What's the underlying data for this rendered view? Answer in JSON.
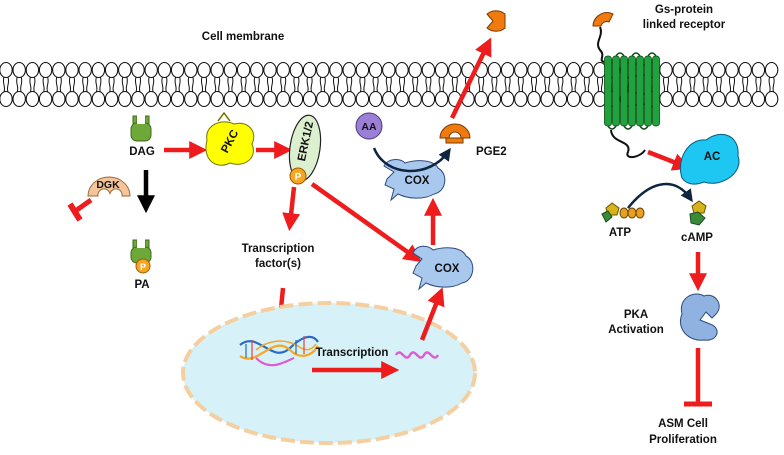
{
  "labels": {
    "cell_membrane": "Cell membrane",
    "gs_receptor_line1": "Gs-protein",
    "gs_receptor_line2": "linked receptor",
    "dag": "DAG",
    "dgk": "DGK",
    "pa": "PA",
    "pkc": "PKC",
    "erk": "ERK1/2",
    "phospho": "P",
    "aa": "AA",
    "cox": "COX",
    "pge2": "PGE2",
    "transcription_factors_line1": "Transcription",
    "transcription_factors_line2": "factor(s)",
    "transcription": "Transcription",
    "ac": "AC",
    "atp": "ATP",
    "camp": "cAMP",
    "pka_line1": "PKA",
    "pka_line2": "Activation",
    "asm_line1": "ASM Cell",
    "asm_line2": "Proliferation"
  },
  "colors": {
    "arrow": "#ee1c1c",
    "black_arrow": "#000000",
    "membrane_fill": "#ffffff",
    "membrane_stroke": "#111111",
    "dag_green": "#6fa83a",
    "dgk_tan": "#f4c49b",
    "pkc_yellow": "#ffff00",
    "erk_green": "#dcf0d0",
    "phospho_orange": "#f5a623",
    "aa_purple": "#9b7fd6",
    "cox_blue": "#a9c8ee",
    "pge2_orange": "#f07a0e",
    "receptor_green": "#20a33c",
    "ac_cyan": "#1ec7f2",
    "pka_blue": "#8fb2e0",
    "nucleus_fill": "#d6f2f8",
    "nucleus_border": "#f5cfa0",
    "atp_yellow": "#d8b21a",
    "mrna_pink": "#e05ad6"
  }
}
